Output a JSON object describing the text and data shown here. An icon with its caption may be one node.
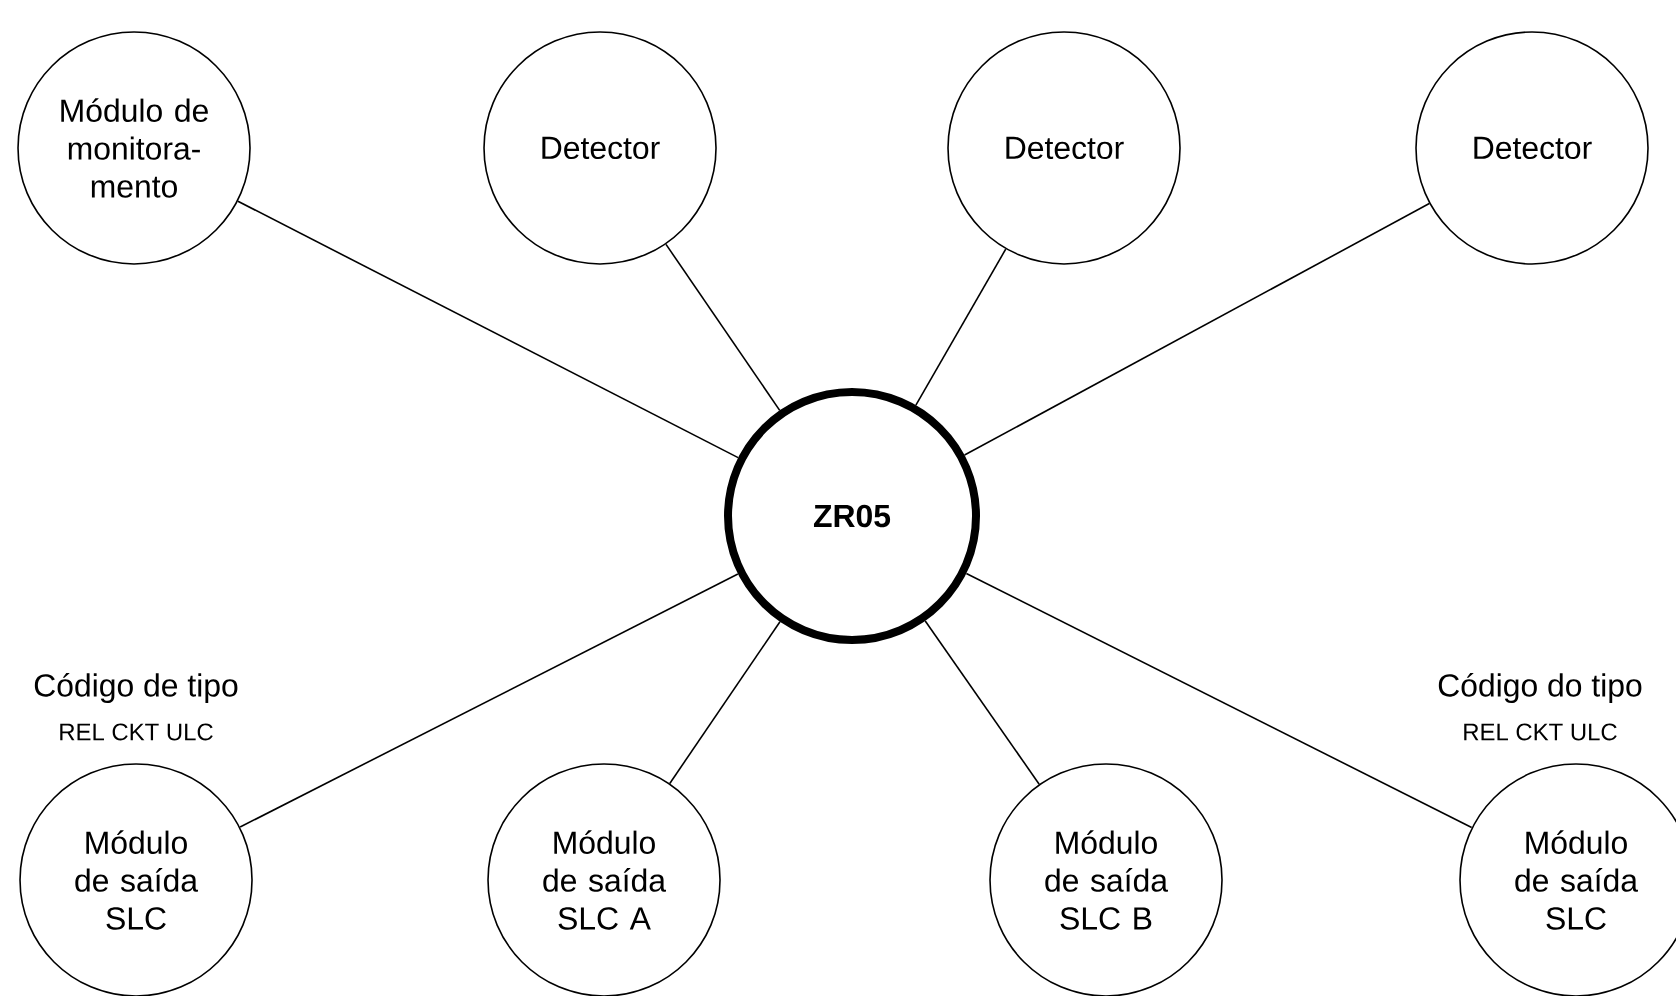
{
  "diagram": {
    "nodes": [
      {
        "text": [
          "Módulo de monitora-mento"
        ]
      },
      {
        "text": [
          "Detector"
        ]
      },
      {
        "text": [
          "Detector"
        ]
      },
      {
        "text": [
          "Detector"
        ]
      },
      {
        "text": [
          "ZR05"
        ]
      },
      {
        "text": [
          "Módulo de saída SLC"
        ],
        "beside": [
          "Código de tipo",
          "REL CKT ULC"
        ]
      },
      {
        "text": [
          "Módulo de saída SLC A"
        ]
      },
      {
        "text": [
          "Módulo de saída SLC B"
        ]
      },
      {
        "text": [
          "Módulo de saída SLC"
        ],
        "beside": [
          "Código do tipo",
          "REL CKT ULC"
        ]
      }
    ],
    "edges": [
      {
        "from": 4,
        "to": 0,
        "arrow": "none"
      },
      {
        "from": 4,
        "to": 1,
        "arrow": "none"
      },
      {
        "from": 4,
        "to": 2,
        "arrow": "none"
      },
      {
        "from": 4,
        "to": 3,
        "arrow": "none"
      },
      {
        "from": 4,
        "to": 5,
        "arrow": "none"
      },
      {
        "from": 4,
        "to": 6,
        "arrow": "none"
      },
      {
        "from": 4,
        "to": 7,
        "arrow": "none"
      },
      {
        "from": 4,
        "to": 8,
        "arrow": "none"
      }
    ]
  }
}
